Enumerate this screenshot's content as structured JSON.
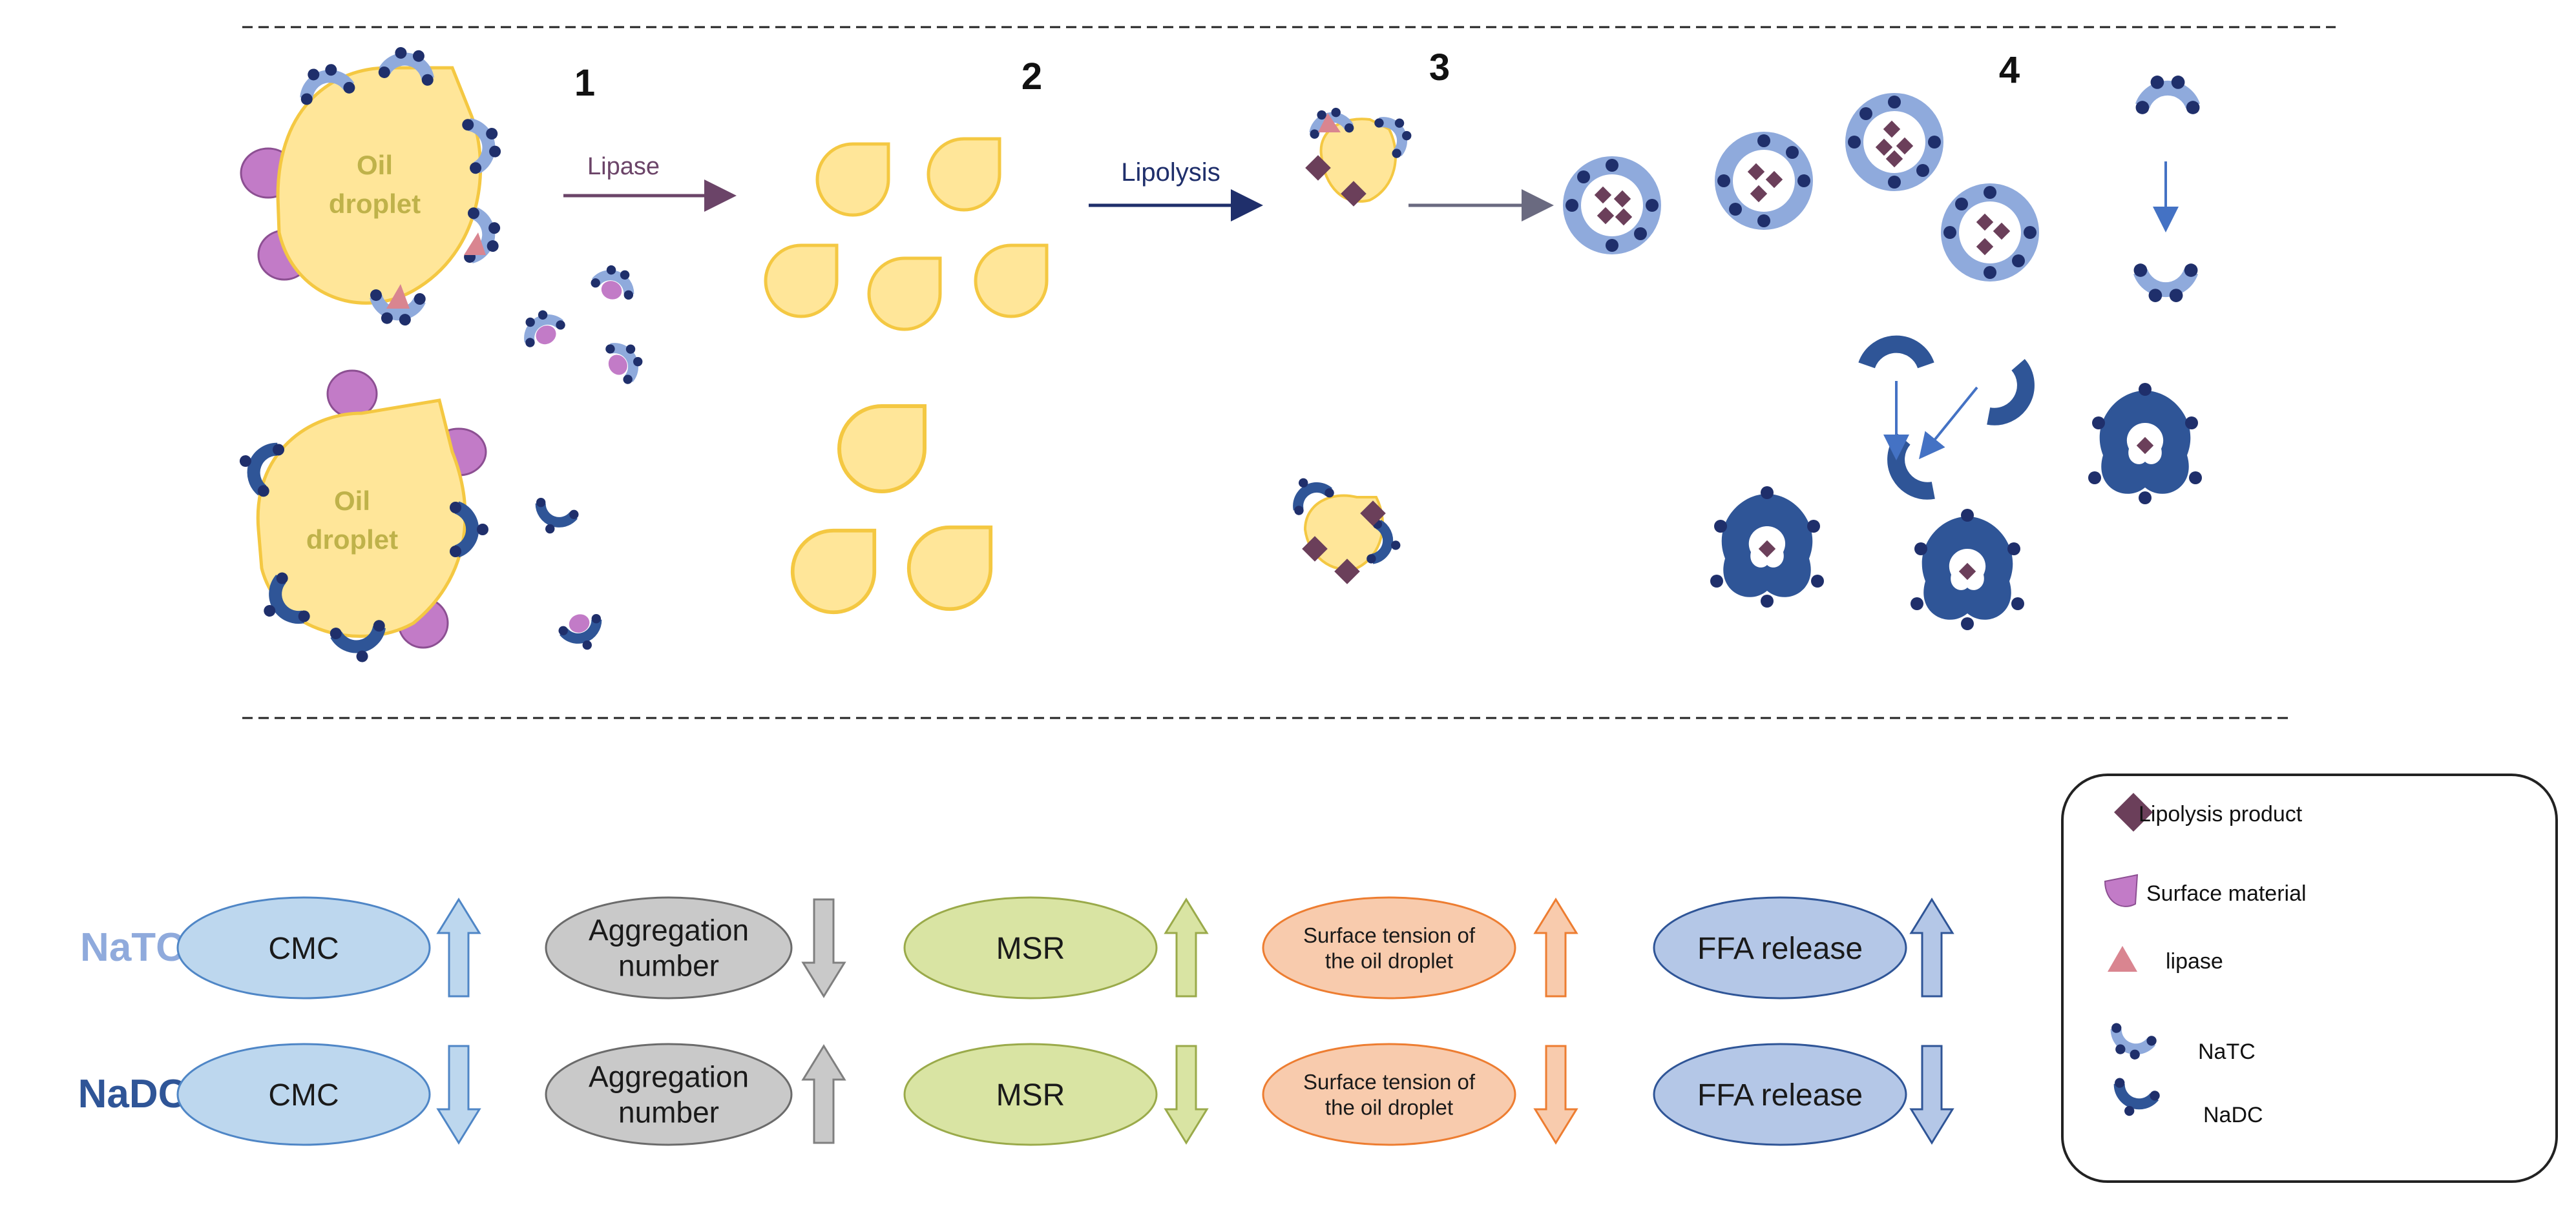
{
  "steps": [
    "1",
    "2",
    "3",
    "4"
  ],
  "arrows": {
    "lipase": "Lipase",
    "lipolysis": "Lipolysis"
  },
  "droplets": {
    "top": [
      "Oil",
      "droplet"
    ],
    "bottom": [
      "Oil",
      "droplet"
    ]
  },
  "rows": [
    {
      "label": "NaTC",
      "label_color": "#8faadc",
      "cells": [
        {
          "text": [
            "CMC"
          ],
          "dir": "up"
        },
        {
          "text": [
            "Aggregation",
            "number"
          ],
          "dir": "down"
        },
        {
          "text": [
            "MSR"
          ],
          "dir": "up"
        },
        {
          "text": [
            "Surface tension of",
            "the  oil droplet"
          ],
          "dir": "up"
        },
        {
          "text": [
            "FFA release"
          ],
          "dir": "up"
        }
      ]
    },
    {
      "label": "NaDC",
      "label_color": "#2f5597",
      "cells": [
        {
          "text": [
            "CMC"
          ],
          "dir": "down"
        },
        {
          "text": [
            "Aggregation",
            "number"
          ],
          "dir": "up"
        },
        {
          "text": [
            "MSR"
          ],
          "dir": "down"
        },
        {
          "text": [
            "Surface tension of",
            "the  oil droplet"
          ],
          "dir": "down"
        },
        {
          "text": [
            "FFA release"
          ],
          "dir": "down"
        }
      ]
    }
  ],
  "legend": {
    "lipolysis_product": "Lipolysis product",
    "surface_material": "Surface material",
    "lipase": "lipase",
    "natc": "NaTC",
    "nadc": "NaDC"
  },
  "colors": {
    "oil": "#ffe699",
    "oil_stroke": "#f4c842",
    "oil_text": "#bfb24a",
    "natc": "#8faadc",
    "nadc": "#2f5597",
    "bead": "#1f2f6b",
    "product": "#6b3f5a",
    "surface_material": "#c27bc7",
    "lipase": "#d98590",
    "cmc": "#bdd7ee",
    "aggregation": "#c9c9c9",
    "msr": "#d9e4a3",
    "surface_tension": "#f8cbad",
    "ffa": "#b4c7e7"
  }
}
